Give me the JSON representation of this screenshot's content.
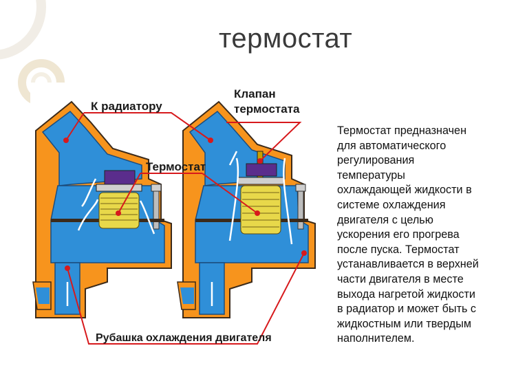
{
  "title": "термостат",
  "labels": {
    "to_radiator": "К радиатору",
    "valve_line1": "Клапан",
    "valve_line2": "термостата",
    "thermostat": "Термостат",
    "jacket": "Рубашка охлаждения двигателя"
  },
  "description_lines": [
    "Термостат предназначен",
    "для автоматического",
    "регулирования",
    "температуры",
    "охлаждающей жидкости в",
    "системе охлаждения",
    "двигателя с целью",
    "ускорения его прогрева",
    "после пуска. Термостат",
    "устанавливается в верхней",
    "части двигателя в месте",
    "выхода нагретой жидкости",
    "в радиатор и может быть с",
    "жидкостным или твердым",
    "наполнителем."
  ],
  "colors": {
    "housing": "#f7941d",
    "coolant": "#2f8fd8",
    "pointer": "#d7191c",
    "core": "#e8d84a"
  }
}
